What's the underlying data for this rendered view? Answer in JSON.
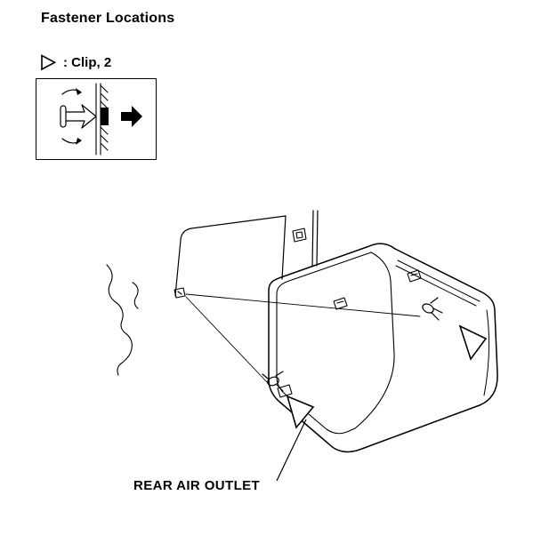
{
  "header": {
    "title": "Fastener Locations"
  },
  "legend": {
    "symbol": "clip-location-triangle-icon",
    "label": ": Clip, 2"
  },
  "callout": {
    "part_label": "REAR AIR OUTLET"
  },
  "colors": {
    "ink": "#000000",
    "paper": "#ffffff"
  }
}
